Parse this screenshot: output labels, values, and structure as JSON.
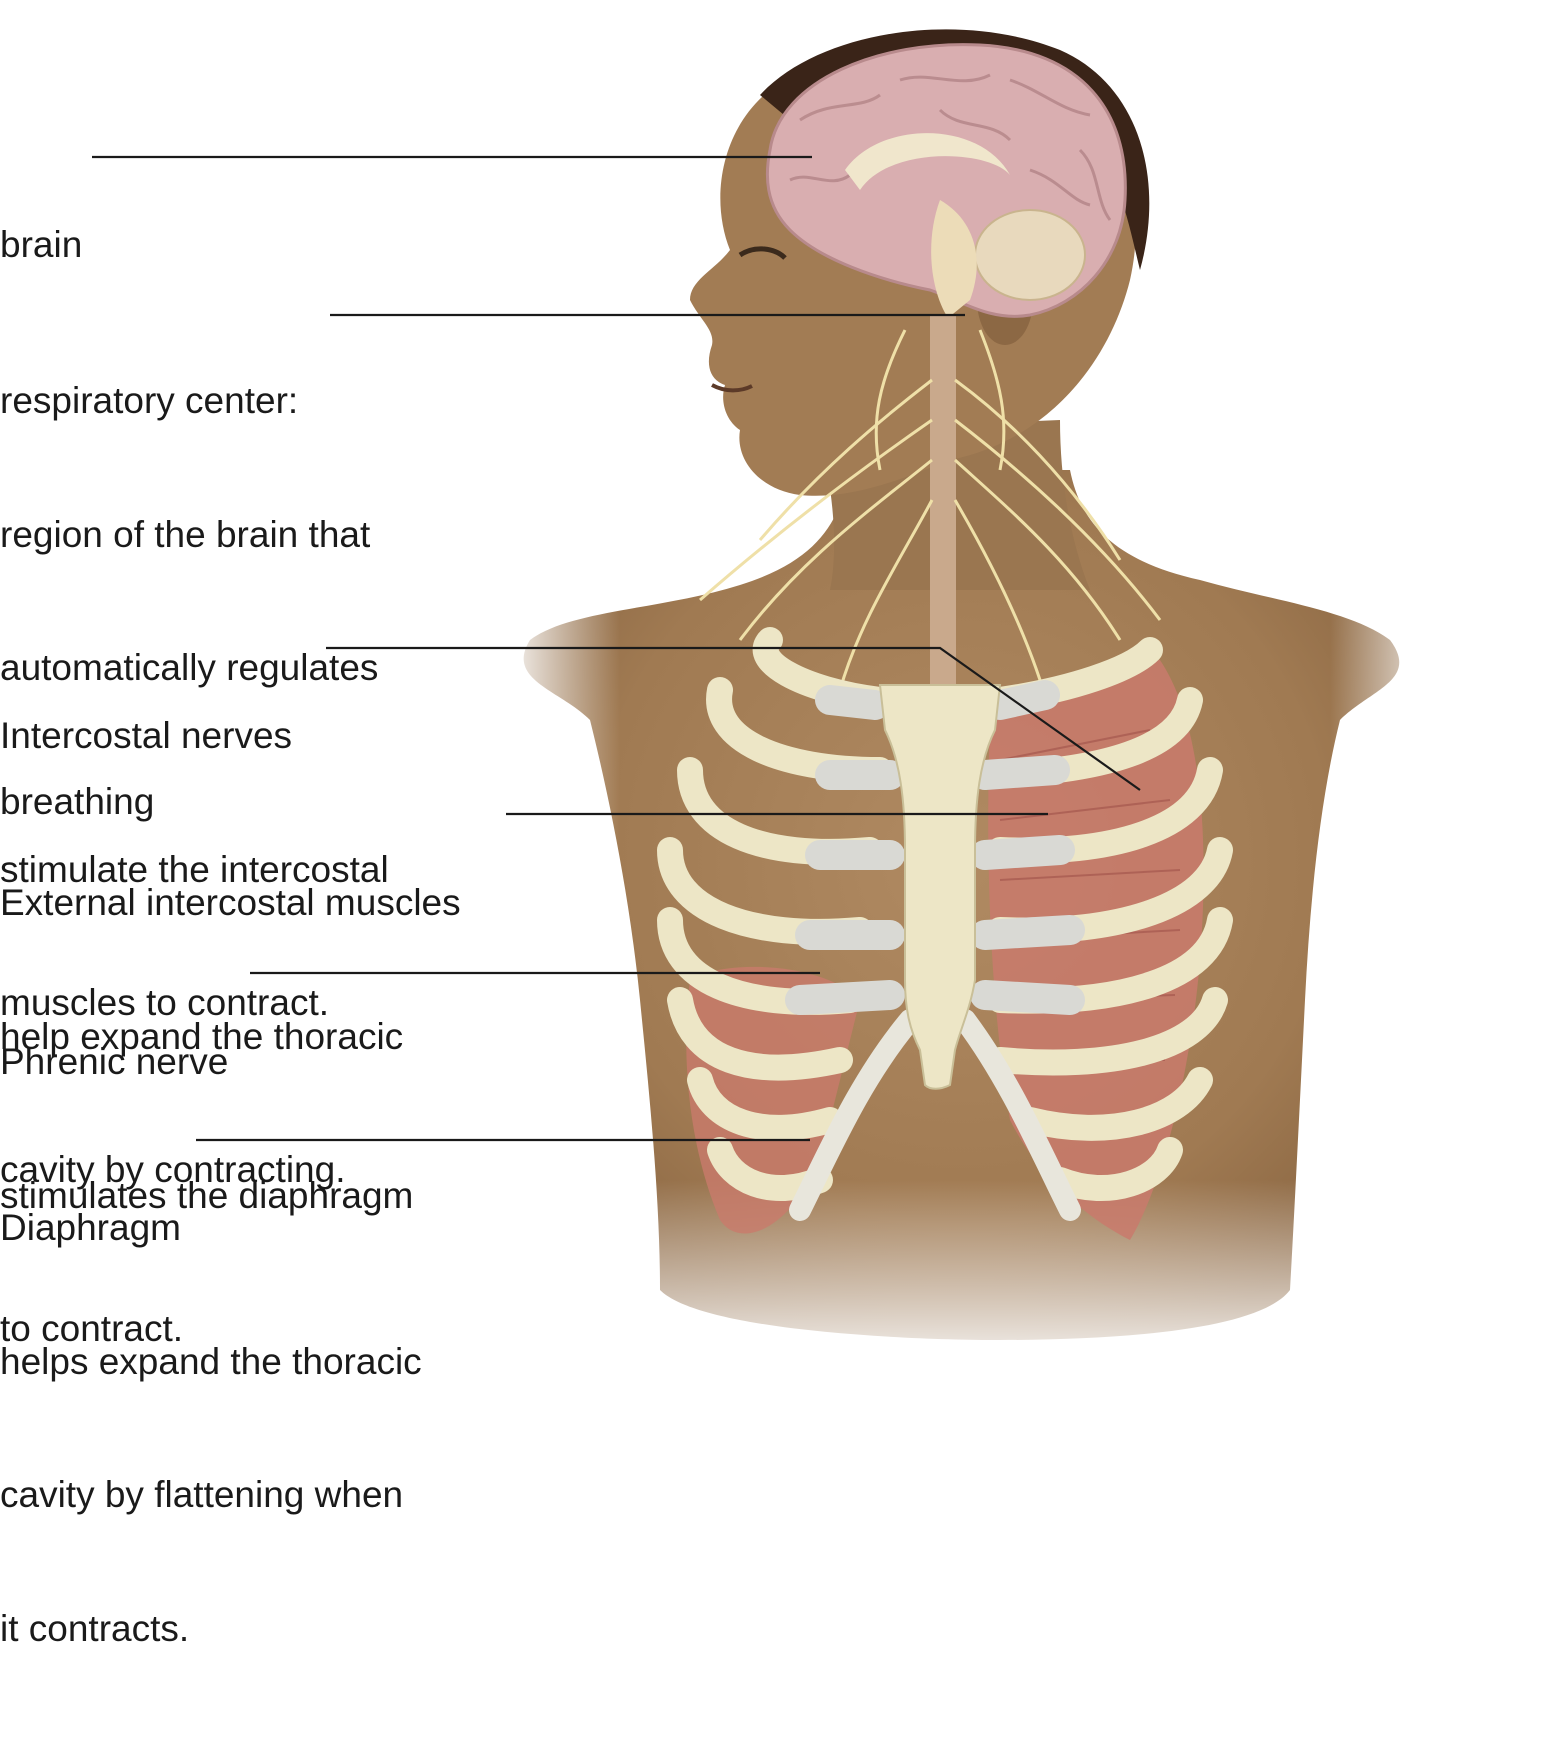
{
  "labels": {
    "brain": {
      "title": "brain"
    },
    "respiratory_center": {
      "title": "respiratory center:",
      "lines": [
        "region of the brain that",
        "automatically regulates",
        "breathing"
      ]
    },
    "intercostal_nerves": {
      "title": "Intercostal nerves",
      "lines": [
        "stimulate the intercostal",
        "muscles to contract."
      ]
    },
    "external_intercostal_muscles": {
      "title": "External intercostal muscles",
      "lines": [
        "help expand the thoracic",
        "cavity by contracting."
      ]
    },
    "phrenic_nerve": {
      "title": "Phrenic nerve",
      "lines": [
        "stimulates the diaphragm",
        "to contract."
      ]
    },
    "diaphragm": {
      "title": "Diaphragm",
      "lines": [
        "helps expand the thoracic",
        "cavity by flattening when",
        "it contracts."
      ]
    }
  },
  "colors": {
    "skin": "#a8845c",
    "skin_shadow": "#7e5c3a",
    "hair": "#3a2418",
    "brain": "#d9aeb0",
    "bone": "#ede6c6",
    "cartilage": "#d9d9d4",
    "muscle": "#c97a6c",
    "nerve": "#efe0a8",
    "spinal_cord": "#c9a98c",
    "leader_line": "#1a1a1a"
  }
}
